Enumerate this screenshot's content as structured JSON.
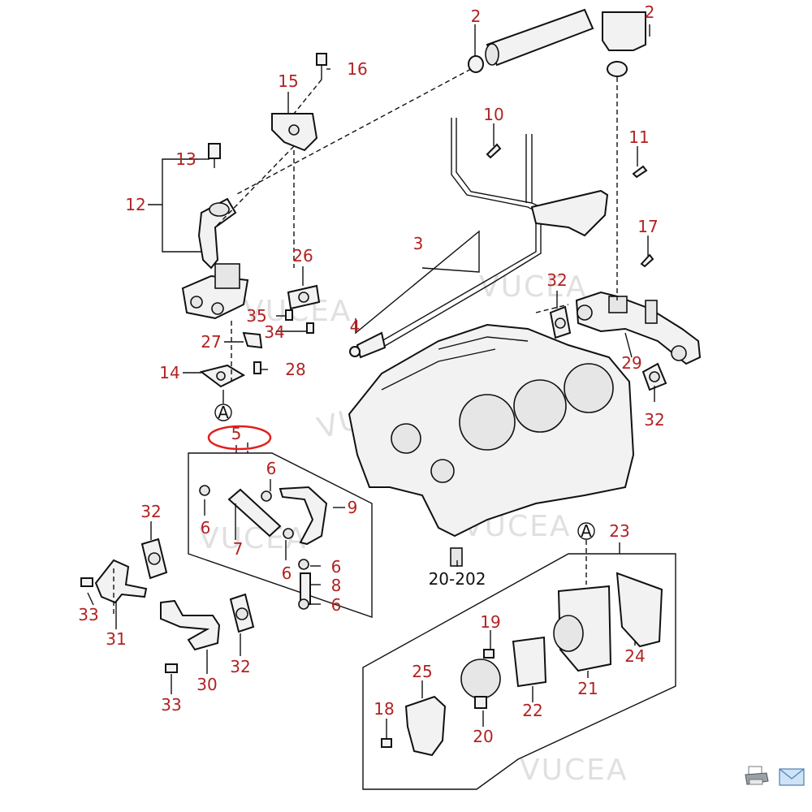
{
  "callouts": {
    "c2a": "2",
    "c2b": "2",
    "c3": "3",
    "c4": "4",
    "c5": "5",
    "c6a": "6",
    "c6b": "6",
    "c6c": "6",
    "c6d": "6",
    "c6e": "6",
    "c7": "7",
    "c8": "8",
    "c9": "9",
    "c10": "10",
    "c11": "11",
    "c12": "12",
    "c13": "13",
    "c14": "14",
    "c15": "15",
    "c16": "16",
    "c17": "17",
    "c18": "18",
    "c19": "19",
    "c20": "20",
    "c21": "21",
    "c22": "22",
    "c23": "23",
    "c24": "24",
    "c25": "25",
    "c26": "26",
    "c27": "27",
    "c28": "28",
    "c29": "29",
    "c30": "30",
    "c31": "31",
    "c32a": "32",
    "c32b": "32",
    "c32c": "32",
    "c32d": "32",
    "c33a": "33",
    "c33b": "33",
    "c34": "34",
    "c35": "35",
    "ref": "20-202",
    "markA1": "A",
    "markA2": "A"
  },
  "watermark": {
    "text": "VUCEA"
  },
  "toolbar": {
    "print_icon": "printer-icon",
    "mail_icon": "envelope-icon"
  },
  "colors": {
    "callout": "#b22222",
    "highlight": "#e02020"
  }
}
